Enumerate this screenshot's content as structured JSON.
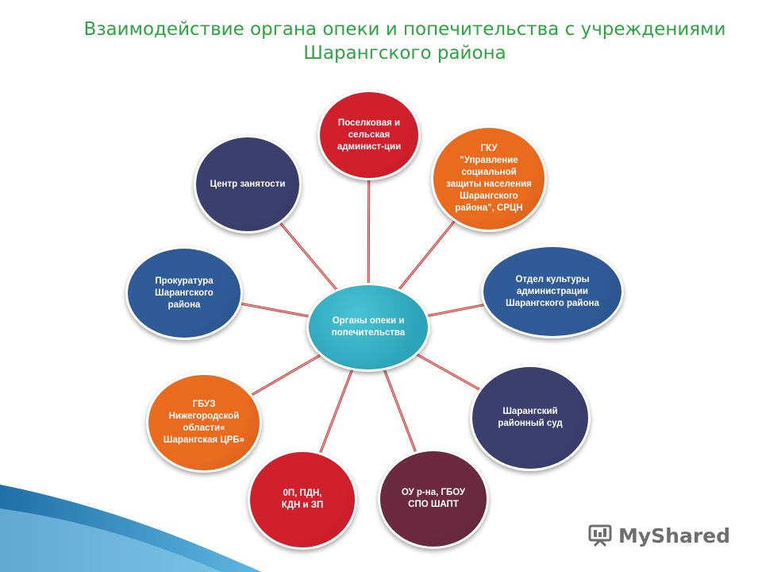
{
  "title": {
    "line1": "Взаимодействие органа опеки и попечительства с учреждениями",
    "line2": "Шарангского района"
  },
  "center": {
    "label": "Органы опеки и попечительства",
    "color": "#2ca3b8"
  },
  "nodes": [
    {
      "id": "poselkovaya",
      "label": "Поселковая и сельская\nадминист-ции",
      "color": "#d1202c"
    },
    {
      "id": "gku",
      "label": "ГКУ\n\"Управление социальной защиты населения Шарангского района\", СРЦН",
      "color": "#ea6a1e"
    },
    {
      "id": "kultura",
      "label": "Отдел культуры администрации Шарангского района",
      "color": "#2f5b98"
    },
    {
      "id": "sud",
      "label": "Шарангский районный суд",
      "color": "#3c3f6e"
    },
    {
      "id": "ou",
      "label": "ОУ  р-на, ГБОУ СПО ШАПТ",
      "color": "#6b2a3f"
    },
    {
      "id": "pdn",
      "label": "0П, ПДН,\nКДН и ЗП",
      "color": "#d1202c"
    },
    {
      "id": "gbuz",
      "label": "ГБУЗ Нижегородской области« Шарангская ЦРБ»",
      "color": "#ea6a1e"
    },
    {
      "id": "prokuratura",
      "label": "Прокуратура Шарангского района",
      "color": "#2f5b98"
    },
    {
      "id": "zanyatost",
      "label": "Центр занятости",
      "color": "#3c3f6e"
    }
  ],
  "watermark": {
    "text": "MyShared",
    "icon": "presentation-icon"
  }
}
